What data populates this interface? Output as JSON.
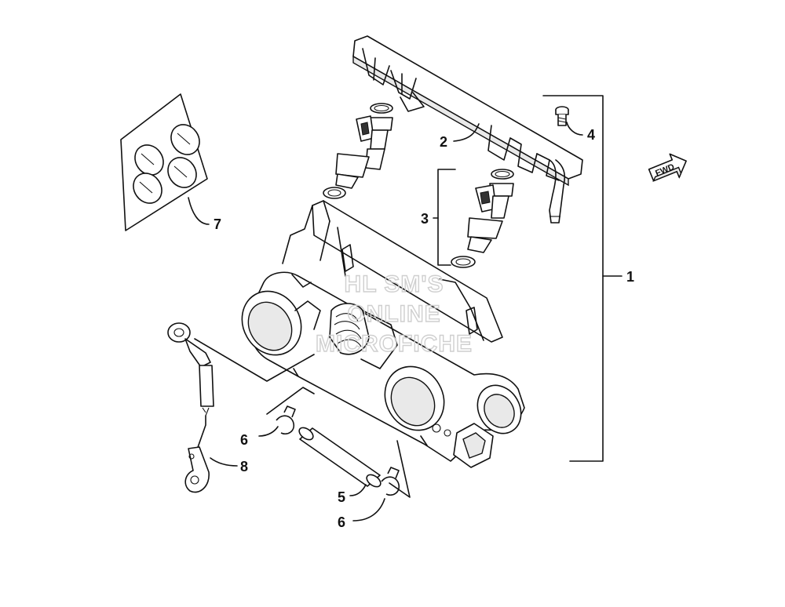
{
  "diagram": {
    "callouts": [
      {
        "id": "callout-1",
        "text": "1"
      },
      {
        "id": "callout-2",
        "text": "2"
      },
      {
        "id": "callout-3",
        "text": "3"
      },
      {
        "id": "callout-4",
        "text": "4"
      },
      {
        "id": "callout-5",
        "text": "5"
      },
      {
        "id": "callout-6a",
        "text": "6"
      },
      {
        "id": "callout-6b",
        "text": "6"
      },
      {
        "id": "callout-7",
        "text": "7"
      },
      {
        "id": "callout-8",
        "text": "8"
      }
    ],
    "fwd_label": "FWD",
    "watermark": [
      "HL SM'S",
      "ONLINE",
      "MICROFICHE"
    ],
    "colors": {
      "line": "#111111",
      "background": "#ffffff",
      "watermark": "#cfcfcf"
    }
  }
}
